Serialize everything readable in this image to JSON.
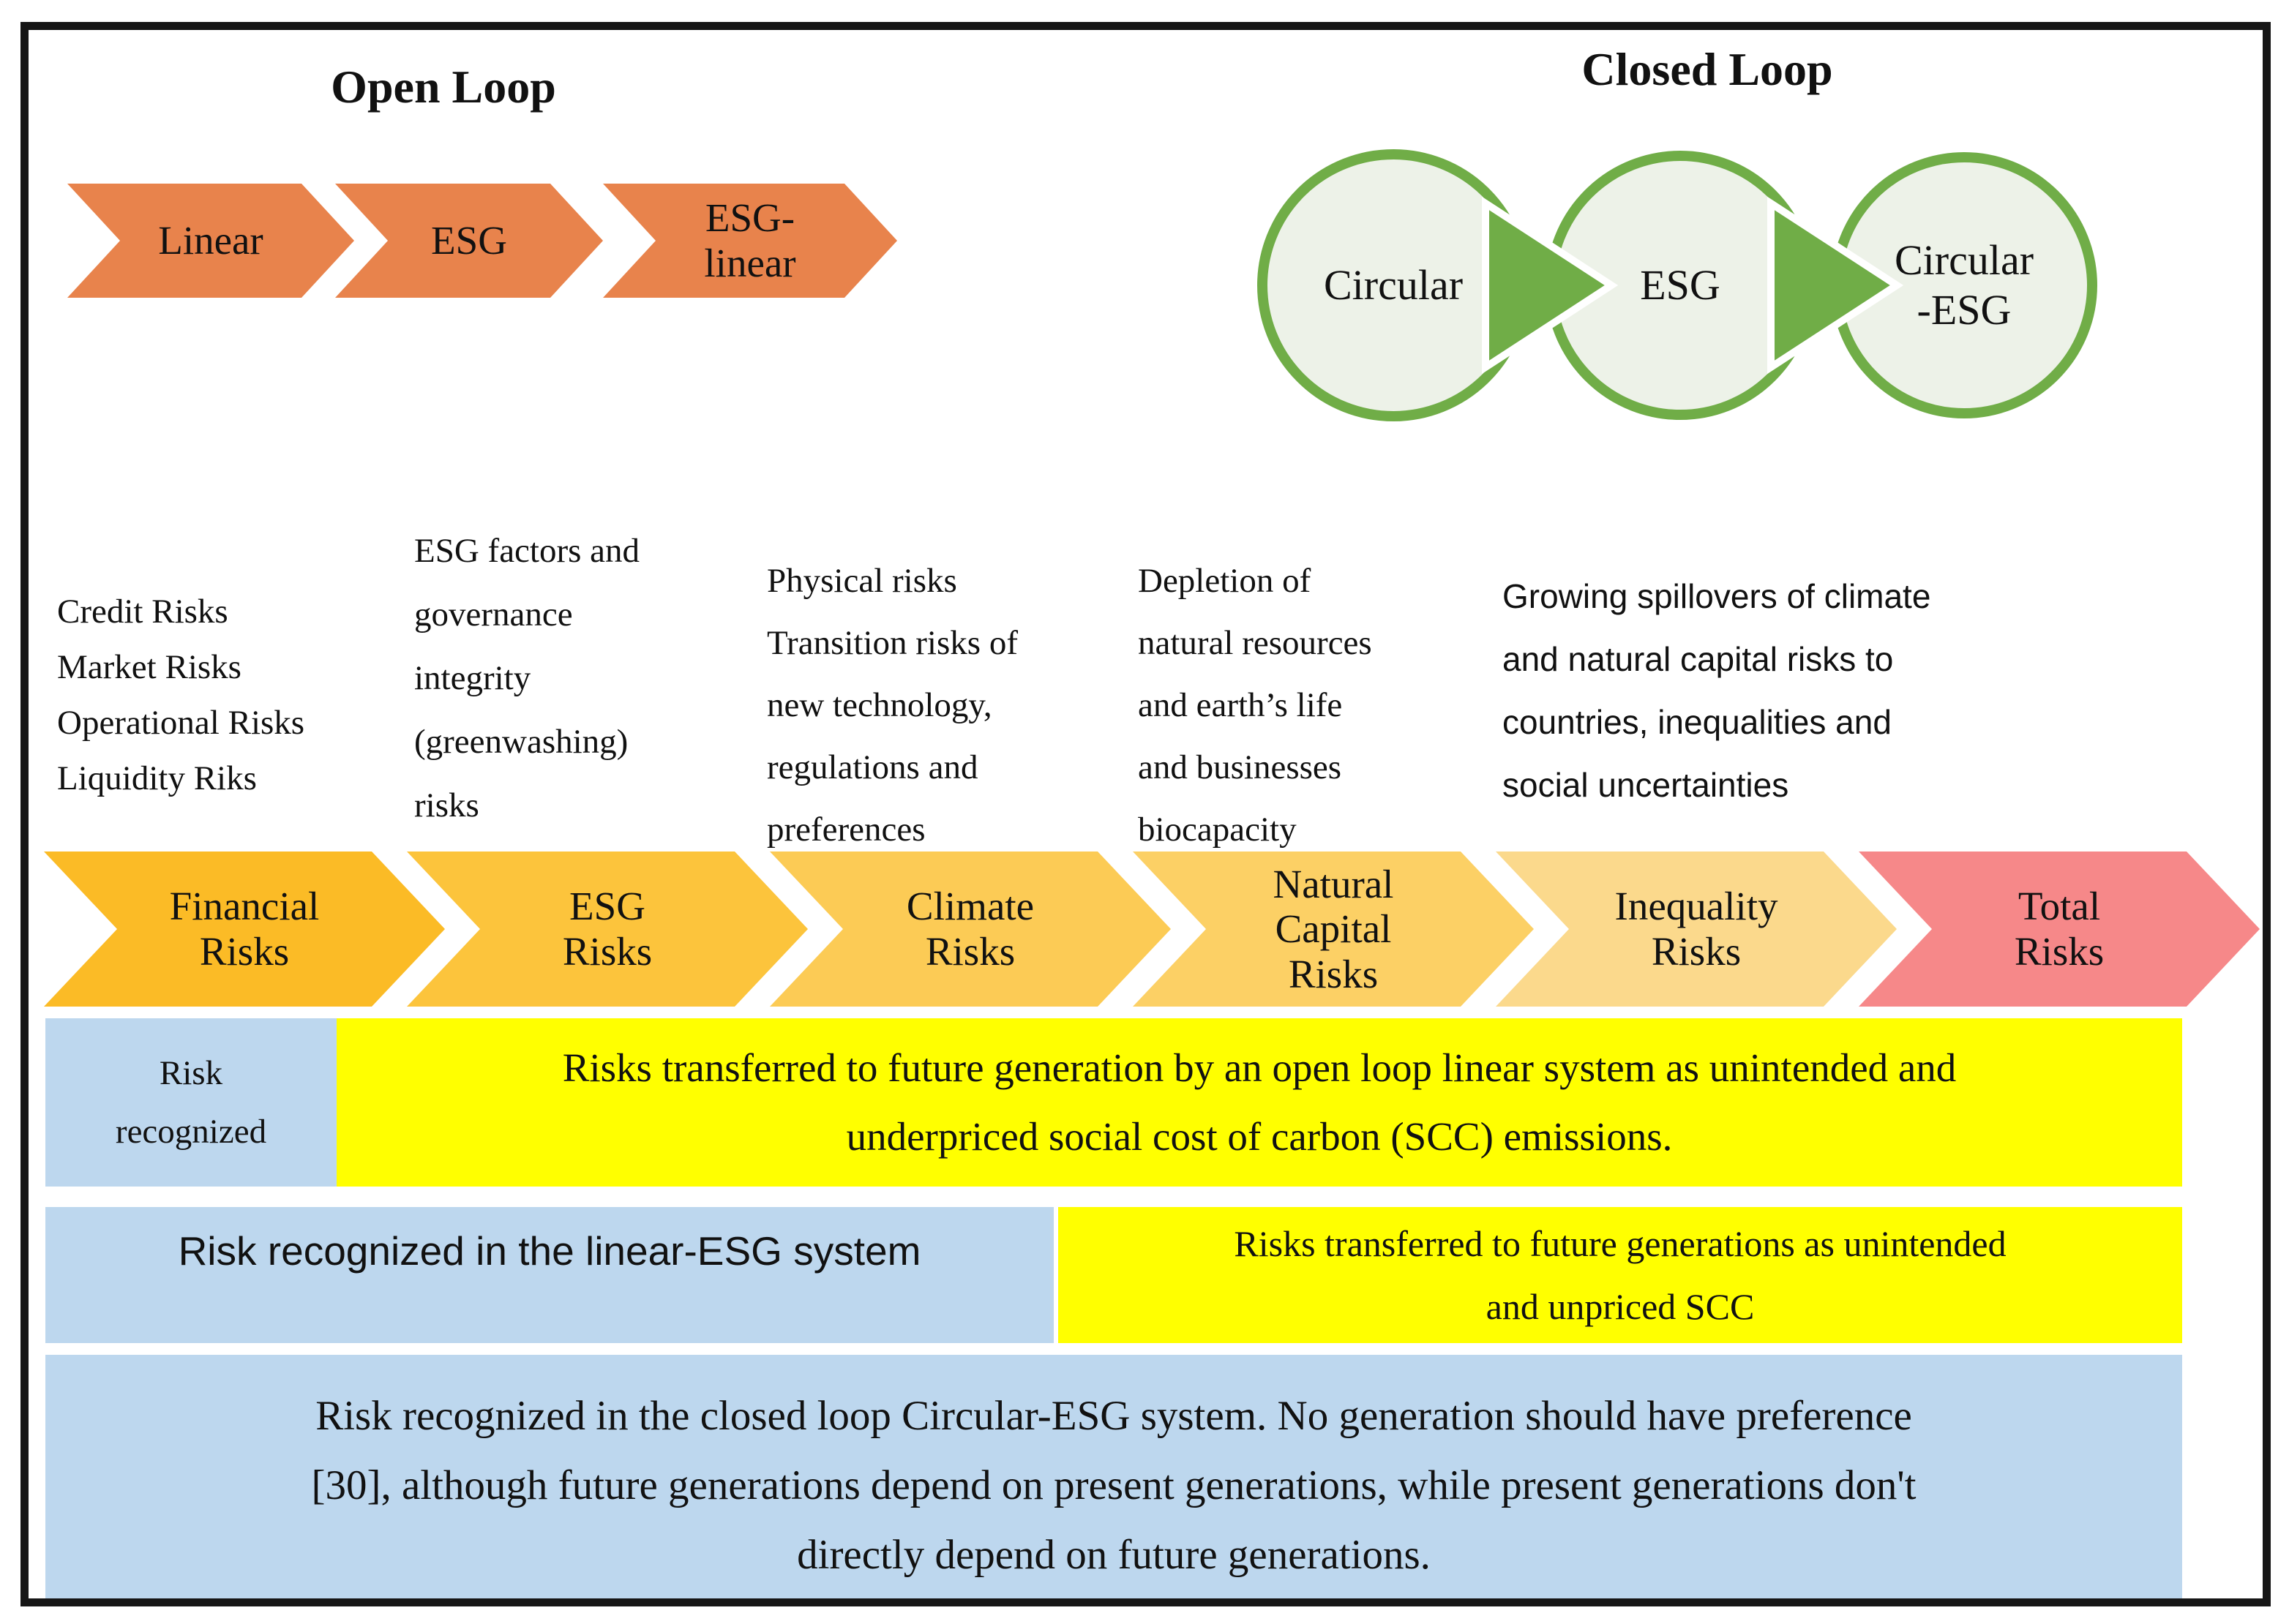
{
  "colors": {
    "orange": "#E8834C",
    "green": "#70AD47",
    "green_fill": "#EDF2E8",
    "blue": "#BDD7EE",
    "yellow": "#FFFF00",
    "pink": "#F68889",
    "gold_1": "#FBBB26",
    "gold_2": "#FCC43C",
    "gold_3": "#FCCB55",
    "gold_4": "#FCD065",
    "gold_5": "#FBD98C",
    "frame": "#161616"
  },
  "open_loop": {
    "title": "Open Loop",
    "steps": [
      "Linear",
      "ESG",
      "ESG-\nlinear"
    ]
  },
  "closed_loop": {
    "title": "Closed Loop",
    "steps": [
      "Circular",
      "ESG",
      "Circular\n-ESG"
    ]
  },
  "risk_factors": [
    "Credit Risks\nMarket Risks\nOperational Risks\nLiquidity Riks",
    "ESG factors and\ngovernance\nintegrity\n(greenwashing)\nrisks",
    "Physical risks\nTransition risks of\nnew technology,\nregulations and\npreferences",
    "Depletion of\nnatural resources\nand earth’s life\nand businesses\nbiocapacity",
    "Growing spillovers of climate\nand natural capital risks to\ncountries, inequalities and\nsocial uncertainties"
  ],
  "risk_chain": [
    {
      "label": "Financial\nRisks"
    },
    {
      "label": "ESG\nRisks"
    },
    {
      "label": "Climate\nRisks"
    },
    {
      "label": "Natural\nCapital\nRisks"
    },
    {
      "label": "Inequality\nRisks"
    },
    {
      "label": "Total\nRisks"
    }
  ],
  "table": {
    "row1": {
      "blue": "Risk\nrecognized",
      "yellow": "Risks transferred to future generation by an open loop linear system as unintended and\nunderpriced social cost of carbon (SCC) emissions."
    },
    "row2": {
      "blue": "Risk recognized in the linear-ESG system",
      "yellow": "Risks transferred to future generations as unintended\nand unpriced SCC"
    },
    "row3": {
      "blue": "Risk recognized in the closed loop Circular-ESG system. No generation should have preference\n[30], although future generations depend on present generations, while present generations don't\ndirectly depend on future generations."
    }
  }
}
